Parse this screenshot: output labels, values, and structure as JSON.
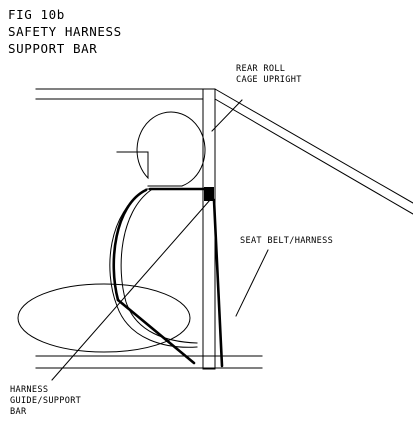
{
  "figure": {
    "title_lines": [
      "FIG 10b",
      "SAFETY HARNESS",
      "SUPPORT BAR"
    ]
  },
  "labels": {
    "rear_roll_cage_upright": [
      "REAR ROLL",
      "CAGE UPRIGHT"
    ],
    "seat_belt_harness": [
      "SEAT BELT/HARNESS"
    ],
    "harness_guide_support_bar": [
      "HARNESS",
      "GUIDE/SUPPORT",
      "BAR"
    ]
  },
  "colors": {
    "line": "#000000",
    "background": "#ffffff"
  }
}
